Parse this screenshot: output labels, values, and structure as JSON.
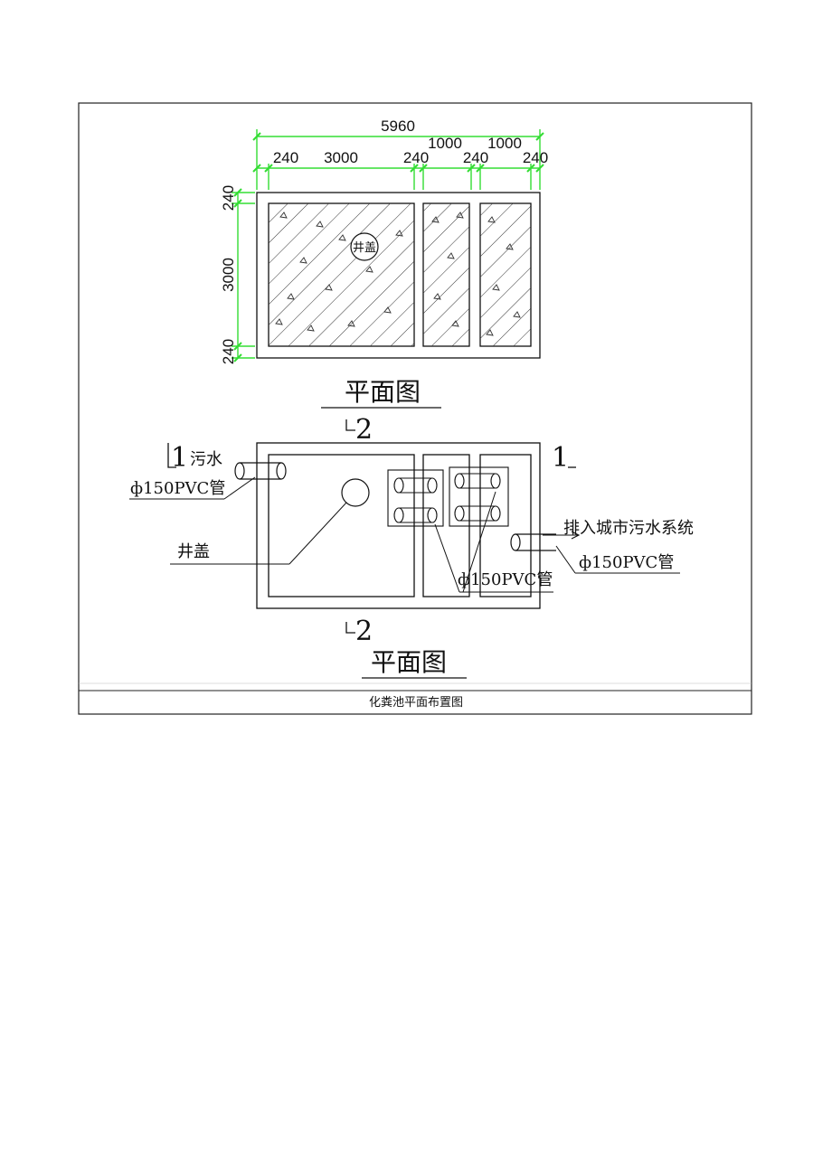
{
  "colors": {
    "dimension": "#33dd33",
    "line": "#111111",
    "hatch": "#333333"
  },
  "dimensions": {
    "overall_width": "5960",
    "top_row": [
      "1000",
      "1000"
    ],
    "bottom_row": [
      "240",
      "3000",
      "240",
      "240",
      "240"
    ],
    "vertical": [
      "240",
      "3000",
      "240"
    ]
  },
  "plan_top": {
    "manhole_label": "井盖",
    "title": "平面图"
  },
  "plan_bottom": {
    "section_mark_1": "1",
    "section_mark_2": "2",
    "inlet_label": "污水",
    "inlet_pipe": "ф150PVC管",
    "manhole_label": "井盖",
    "internal_pipe": "ф150PVC管",
    "outlet_label": "排入城市污水系统",
    "outlet_pipe": "ф150PVC管",
    "title": "平面图"
  },
  "caption": "化粪池平面布置图"
}
